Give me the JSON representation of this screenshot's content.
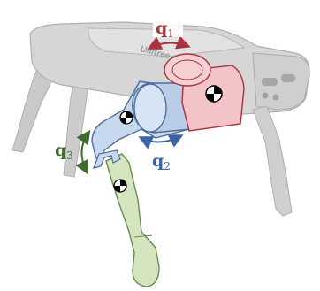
{
  "brand_text": "Unitree",
  "joints": [
    {
      "id": "q1",
      "symbol": "q",
      "subscript": "1",
      "color": "#a8323e"
    },
    {
      "id": "q2",
      "symbol": "q",
      "subscript": "2",
      "color": "#3a63a6"
    },
    {
      "id": "q3",
      "symbol": "q",
      "subscript": "3",
      "color": "#3f6b2f"
    }
  ],
  "colors": {
    "robot_body": "#c9c9c9",
    "hip_link": "#f2c3c7",
    "thigh_link": "#c8d9ef",
    "calf_link": "#d4e5bf"
  }
}
